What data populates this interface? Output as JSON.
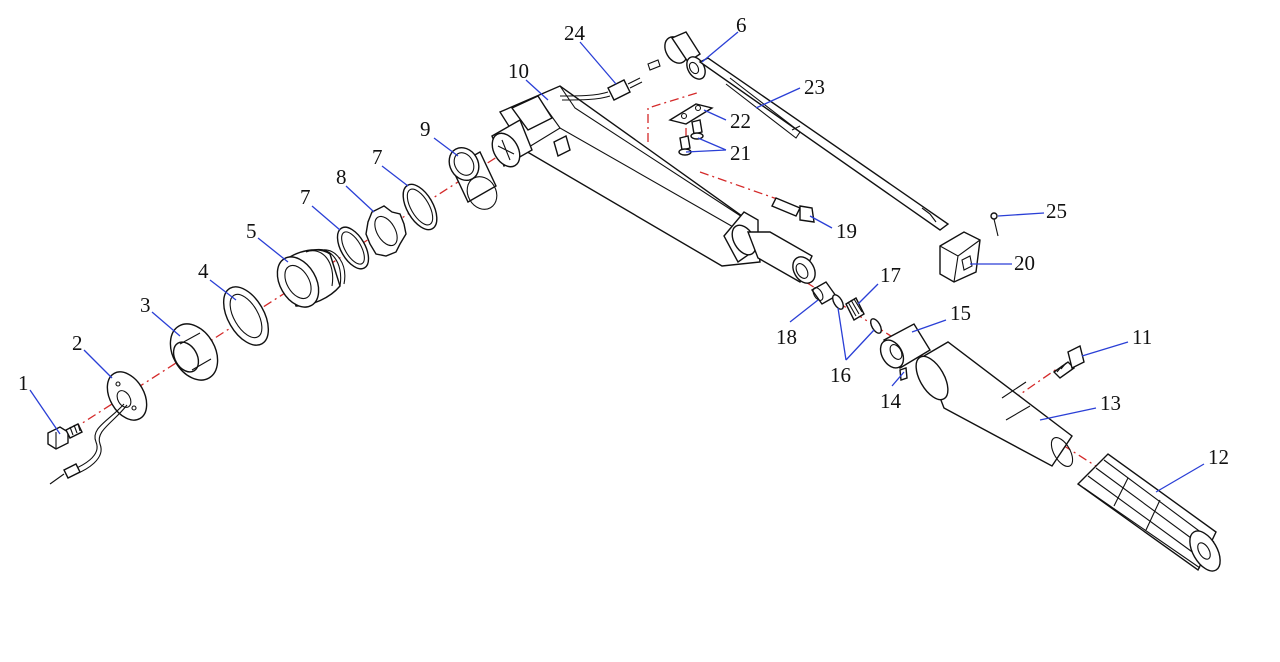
{
  "diagram": {
    "colors": {
      "axis": "#d42a2a",
      "leader": "#2a3fd6",
      "ink": "#111111"
    },
    "labels": {
      "p1": "1",
      "p2": "2",
      "p3": "3",
      "p4": "4",
      "p5": "5",
      "p6": "6",
      "p7a": "7",
      "p7b": "7",
      "p8": "8",
      "p9": "9",
      "p10": "10",
      "p11": "11",
      "p12": "12",
      "p13": "13",
      "p14": "14",
      "p15": "15",
      "p16": "16",
      "p17": "17",
      "p18": "18",
      "p19": "19",
      "p20": "20",
      "p21": "21",
      "p22": "22",
      "p23": "23",
      "p24": "24",
      "p25": "25"
    }
  }
}
